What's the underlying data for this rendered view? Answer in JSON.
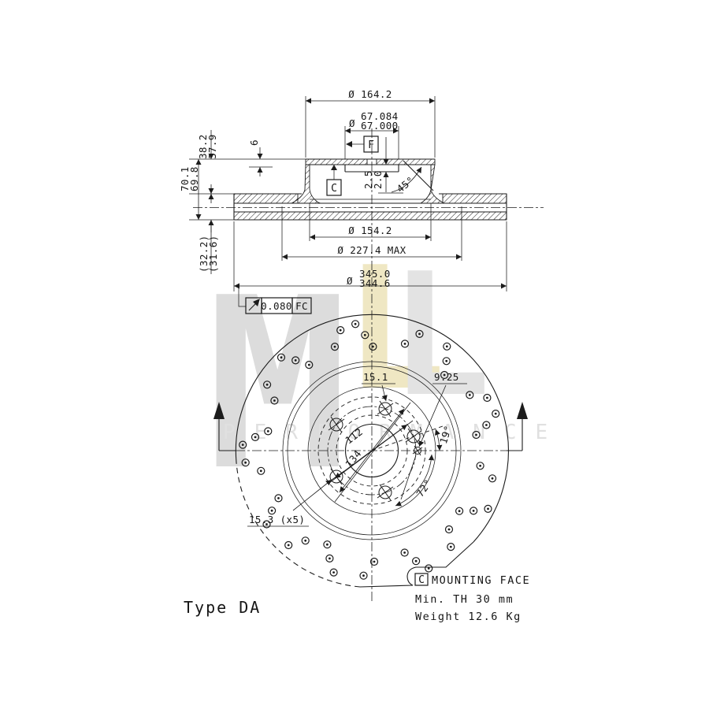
{
  "watermark": {
    "m": "M",
    "l": "L",
    "word": "PERFORMANCE"
  },
  "colors": {
    "line": "#1c1c1c",
    "watermark_gray": "#dcdcdc",
    "watermark_yellow": "#efe7c3",
    "watermark_word": "#e0e0e0"
  },
  "side_view": {
    "dia_164": "Ø 164.2",
    "dia_67_prefix": "Ø",
    "dia_67_upper": "67.084",
    "dia_67_lower": "67.000",
    "dim_38_upper": "38.2",
    "dim_38_lower": "37.9",
    "dim_6": "6",
    "dim_70_upper": "70.1",
    "dim_70_lower": "69.8",
    "dim_32_upper": "(32.2)",
    "dim_32_lower": "(31.6)",
    "dim_25_upper": "2.5",
    "dim_25_lower": "2.0",
    "chamfer_angle": "45°",
    "datum_c": "C",
    "datum_f": "F",
    "dia_154": "Ø 154.2",
    "dia_227": "Ø 227.4 MAX",
    "dia_345_prefix": "Ø",
    "dia_345_upper": "345.0",
    "dia_345_lower": "344.6",
    "fcf_value": "0.080",
    "fcf_datum": "FC"
  },
  "front_view": {
    "dim_15_1": "15.1",
    "dim_9_25": "9.25",
    "pcd": "112",
    "dim_134": "134",
    "angle_19": "19°",
    "angle_72": "72°",
    "bolt_holes": "15.3 (x5)",
    "drill_pattern": {
      "groups": 18,
      "start_angle": -90,
      "step": 20,
      "triple_radii": [
        164,
        149,
        134
      ],
      "triple_offsets": [
        -5,
        -1,
        3
      ],
      "pair_radii": [
        159,
        141
      ],
      "pair_offsets": [
        3,
        -2
      ],
      "hole_radius": 4.5,
      "dot_radius": 1.4
    }
  },
  "notes": {
    "datum_c": "C",
    "mounting_face": "MOUNTING FACE",
    "min_th": "Min. TH 30 mm",
    "weight": "Weight 12.6 Kg",
    "type": "Type DA"
  }
}
